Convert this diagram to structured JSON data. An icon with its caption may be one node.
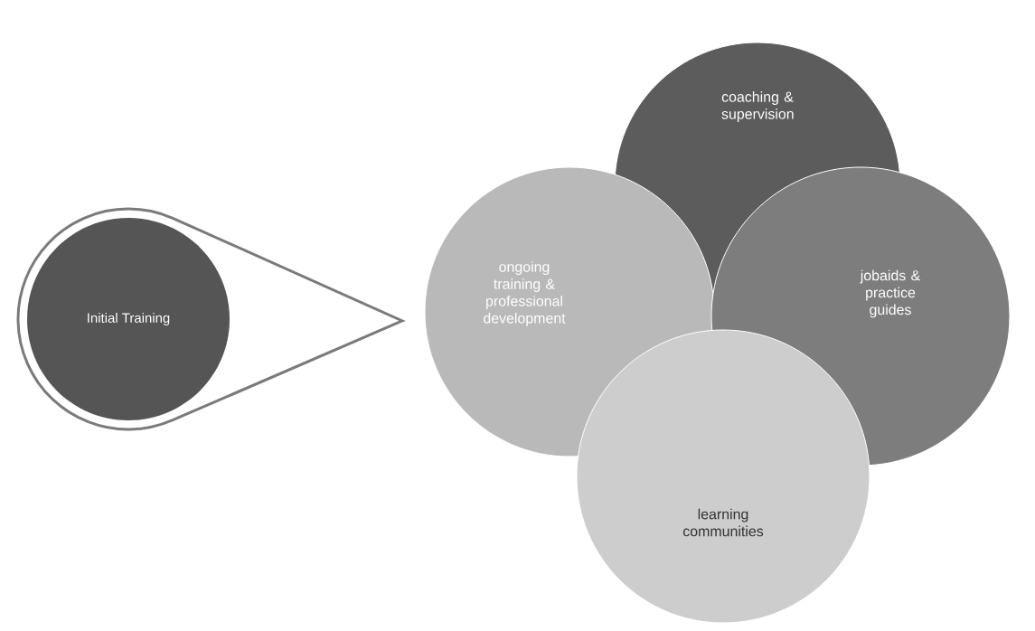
{
  "diagram": {
    "nodes": [
      {
        "text": [
          "Initial Training"
        ]
      },
      {
        "text": [
          "coaching & supervision"
        ]
      },
      {
        "text": [
          "ongoing training & professional development"
        ]
      },
      {
        "text": [
          "jobaids & practice guides"
        ]
      },
      {
        "text": [
          "learning communities"
        ]
      }
    ]
  }
}
